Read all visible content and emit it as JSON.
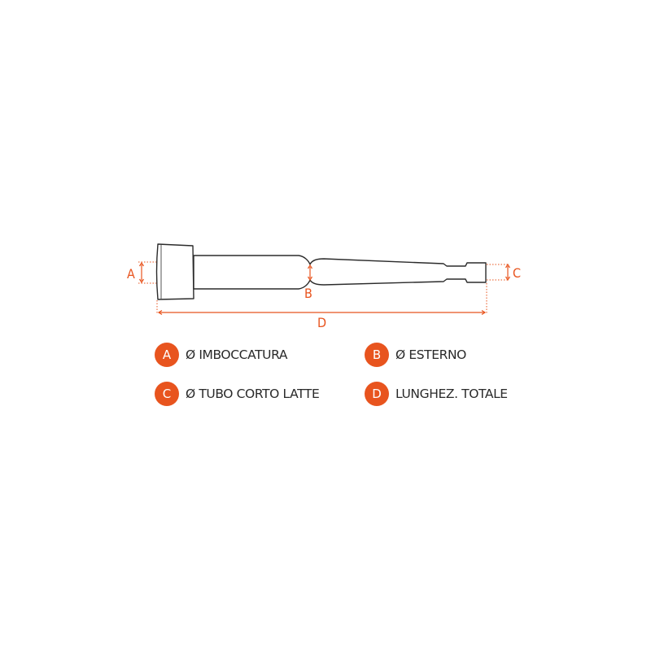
{
  "colors": {
    "accent": "#e8541e",
    "outline": "#2b2b2b",
    "text": "#2a2a2a",
    "background": "#ffffff"
  },
  "dimensions": {
    "a": "A",
    "b": "B",
    "c": "C",
    "d": "D"
  },
  "legend": [
    {
      "letter": "A",
      "text": "Ø IMBOCCATURA"
    },
    {
      "letter": "B",
      "text": "Ø ESTERNO"
    },
    {
      "letter": "C",
      "text": "Ø TUBO CORTO LATTE"
    },
    {
      "letter": "D",
      "text": "LUNGHEZ. TOTALE"
    }
  ]
}
